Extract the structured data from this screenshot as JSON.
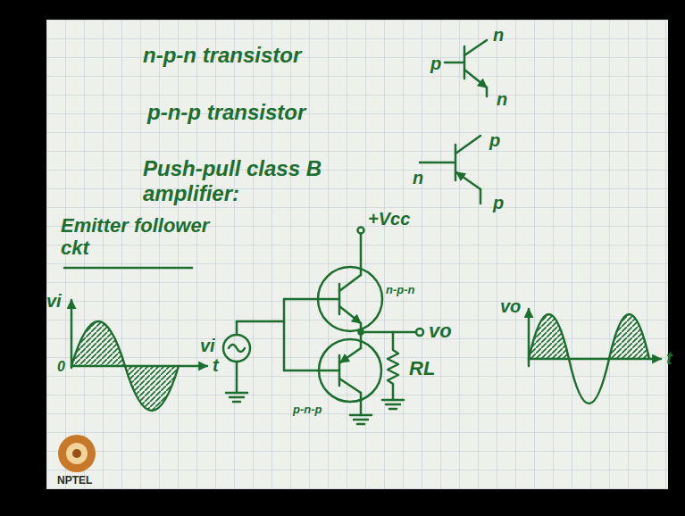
{
  "diagram": {
    "labels": [
      "n-p-n transistor",
      "p-n-p transistor",
      "p",
      "n",
      "n",
      "n",
      "p",
      "p",
      "Push-pull class B amplifier:",
      "Emitter follower ckt",
      "+Vcc",
      "n-p-n",
      "p-n-p",
      "vo",
      "vi",
      "RL",
      "vi",
      "0",
      "t",
      "vo",
      "t",
      "NPTEL"
    ]
  }
}
